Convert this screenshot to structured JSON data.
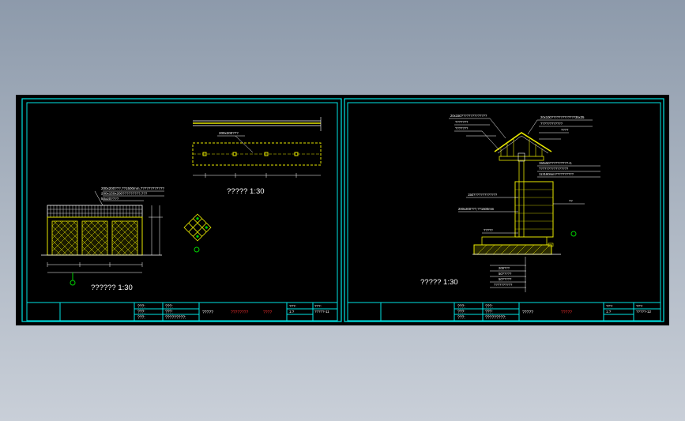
{
  "sheets": [
    {
      "plan_caption": "?????  1:30",
      "elevation_caption": "??????  1:30",
      "callouts": [
        "200x200???,??1500mm,????????????",
        "200x150x200?????????,???",
        "50x20????"
      ],
      "plan_note": "200x200???",
      "title_block": {
        "row1": [
          "???:",
          "???:"
        ],
        "row2": [
          "???:",
          "???:"
        ],
        "row3": [
          "???:",
          "?????????:"
        ],
        "drawing_name": "?????",
        "project_label": "????????",
        "project_value": "????",
        "scale_label": "???:",
        "scale_value": "1:?",
        "sheet_label": "???:",
        "sheet_no": "?????-11"
      }
    },
    {
      "section_caption": "?????  1:30",
      "callouts": [
        "20x150??????????????",
        "???????",
        "???????",
        "20x100?????????????35x35",
        "????????????",
        "????",
        "150x50??????????+1",
        "????????????????",
        "113180mm??????????",
        "150?????????????",
        "200x200???,??1500mm",
        "??",
        "?????",
        "200???",
        "50?????",
        "50?????",
        "??????????"
      ],
      "title_block": {
        "row1": [
          "???:",
          "???:"
        ],
        "row2": [
          "???:",
          "???:"
        ],
        "row3": [
          "???:",
          "?????????:"
        ],
        "drawing_name": "?????",
        "project_value": "?????",
        "scale_label": "???:",
        "scale_value": "1:?",
        "sheet_label": "???:",
        "sheet_no": "?????-12"
      }
    }
  ],
  "colors": {
    "frame": "#00e5e5",
    "structure": "#e8e800",
    "text": "#ffffff",
    "marker": "#00d000",
    "accent": "#ff3030"
  }
}
